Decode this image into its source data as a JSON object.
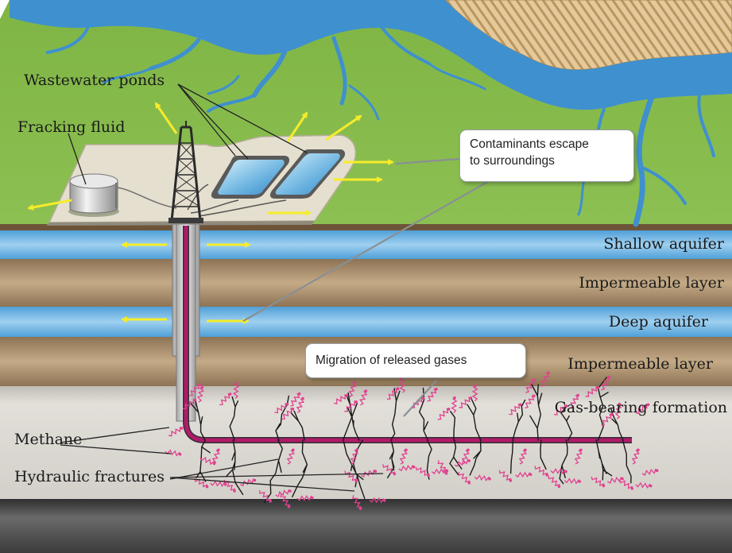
{
  "labels": {
    "wastewater_ponds": "Wastewater ponds",
    "fracking_fluid": "Fracking fluid",
    "shallow_aquifer": "Shallow aquifer",
    "impermeable_layer_1": "Impermeable layer",
    "deep_aquifer": "Deep aquifer",
    "impermeable_layer_2": "Impermeable layer",
    "gas_bearing_formation": "Gas-bearing formation",
    "methane": "Methane",
    "hydraulic_fractures": "Hydraulic fractures"
  },
  "callouts": {
    "contaminants_line1": "Contaminants escape",
    "contaminants_line2": "to surroundings",
    "migration": "Migration of released gases"
  },
  "colors": {
    "land": "#84b84a",
    "water": "#3f90cf",
    "aquifer": "#6db1e0",
    "impermeable": "#a98d6a",
    "formation": "#d6d3cc",
    "bedrock": "#565657",
    "well_pipe": "#b01a6a",
    "arrows": "#f6ec2a",
    "methane_squiggles": "#e0418f"
  }
}
